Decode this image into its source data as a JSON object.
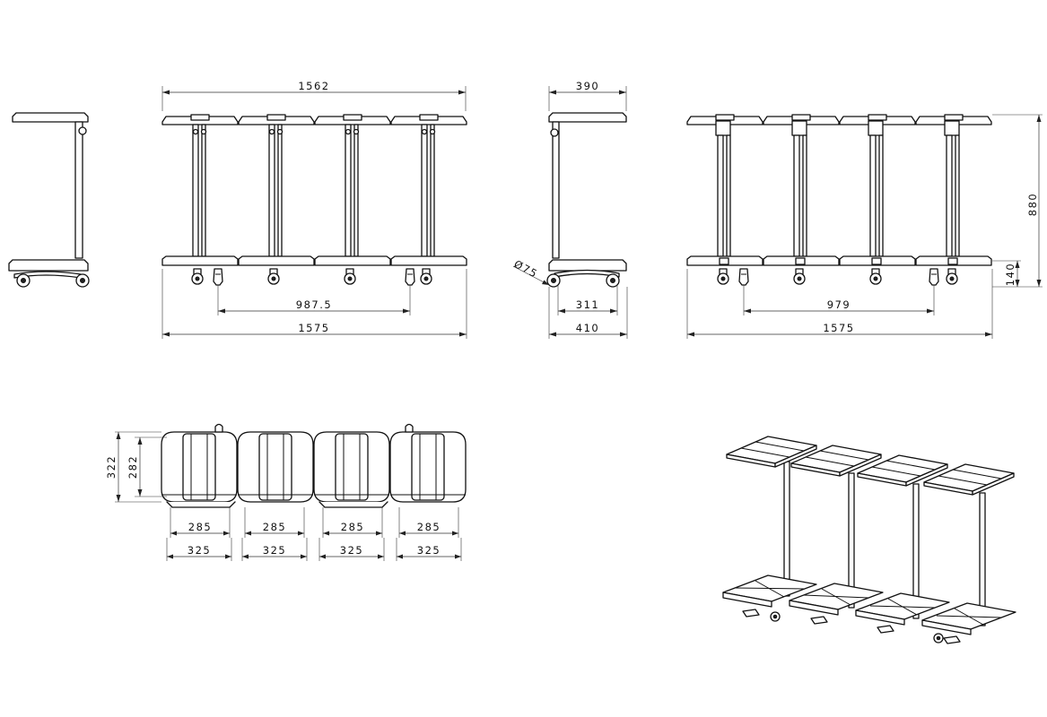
{
  "dimensions": {
    "front_top_width": "1562",
    "front_wheel_spacing": "987.5",
    "front_overall_width": "1575",
    "side_top_depth": "390",
    "wheel_diameter": "Ø75",
    "side_wheel_spacing": "311",
    "side_overall_depth": "410",
    "rear_height": "880",
    "rear_base_height": "140",
    "rear_wheel_spacing": "979",
    "rear_overall_width": "1575",
    "plan_depth_outer": "322",
    "plan_depth_inner": "282",
    "plan_inner_widths": [
      "285",
      "285",
      "285",
      "285"
    ],
    "plan_outer_widths": [
      "325",
      "325",
      "325",
      "325"
    ]
  },
  "colors": {
    "line": "#111111",
    "background": "#ffffff"
  }
}
